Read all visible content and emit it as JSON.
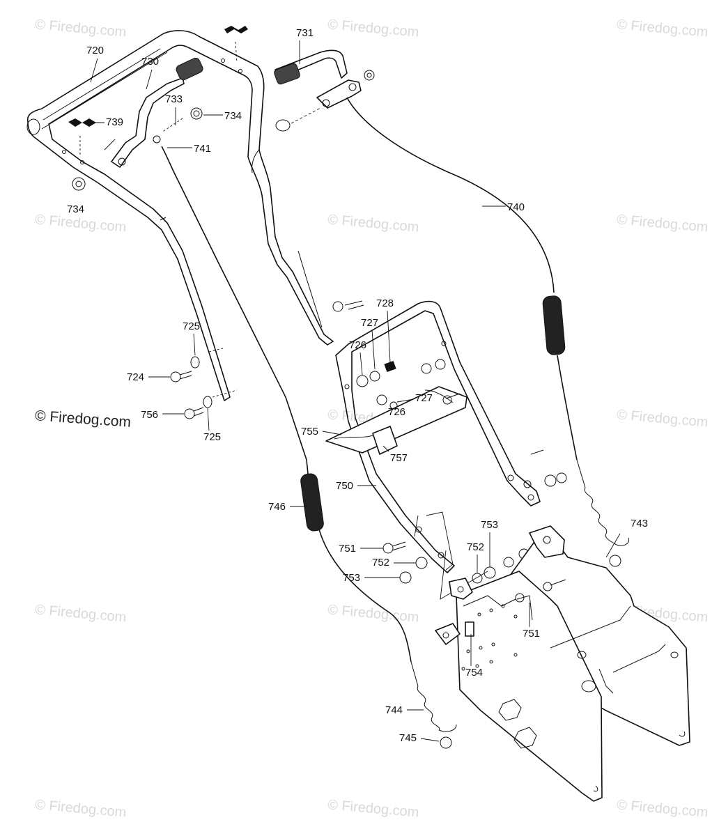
{
  "watermark": {
    "text": "© Firedog.com"
  },
  "main_watermark": "© Firedog.com",
  "labels": {
    "p720": "720",
    "p730": "730",
    "p731": "731",
    "p733": "733",
    "p734a": "734",
    "p739": "739",
    "p741": "741",
    "p734b": "734",
    "p740": "740",
    "p728": "728",
    "p727a": "727",
    "p726a": "726",
    "p727b": "727",
    "p726b": "726",
    "p725a": "725",
    "p724": "724",
    "p756": "756",
    "p725b": "725",
    "p755": "755",
    "p757": "757",
    "p750": "750",
    "p746": "746",
    "p743": "743",
    "p753a": "753",
    "p752a": "752",
    "p751a": "751",
    "p752b": "752",
    "p753b": "753",
    "p751b": "751",
    "p754": "754",
    "p744": "744",
    "p745": "745"
  }
}
